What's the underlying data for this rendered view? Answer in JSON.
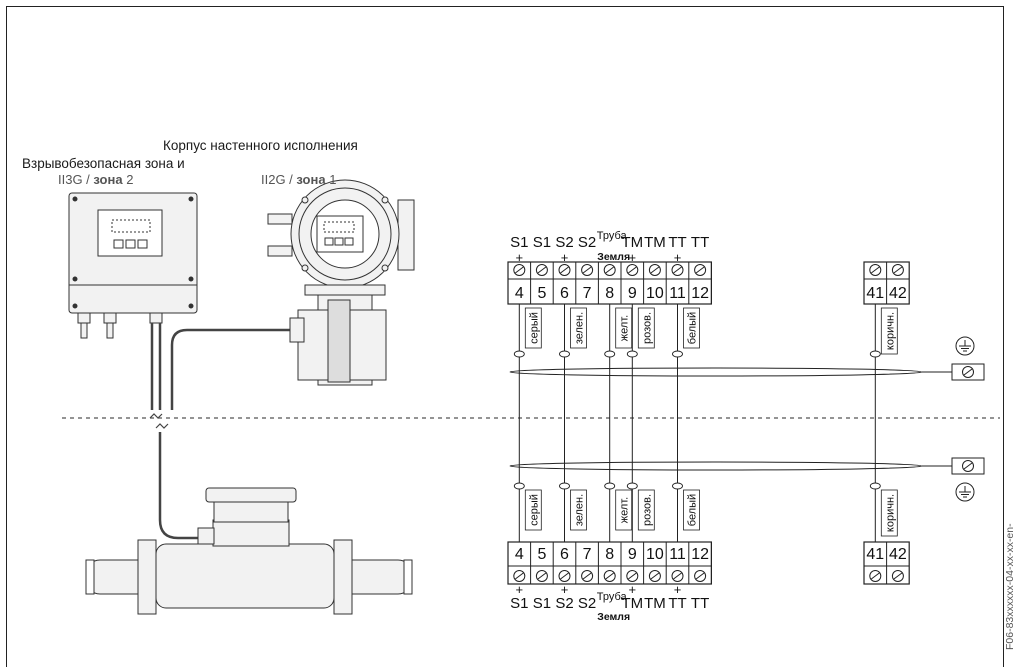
{
  "left": {
    "housing_title": "Корпус настенного исполнения",
    "hazard_line1": "Взрывобезопасная зона и",
    "zone2_left": "II3G / ",
    "zone2_bold": "зона",
    "zone2_right": " 2",
    "zone1_left": "II2G / ",
    "zone1_bold": "зона",
    "zone1_right": " 1"
  },
  "terminals": {
    "top_signals": [
      "S1",
      "S1",
      "S2",
      "S2",
      "Труба",
      "TM",
      "TM",
      "TT",
      "TT"
    ],
    "ground_label": "Земля",
    "pipe_label": "Труба",
    "numbers": [
      "4",
      "5",
      "6",
      "7",
      "8",
      "9",
      "10",
      "11",
      "12"
    ],
    "right_numbers": [
      "41",
      "42"
    ],
    "plus": "+",
    "wire_colors": [
      "серый",
      "зелен.",
      "желт.",
      "розов.",
      "белый"
    ],
    "right_wire_color": "коричн."
  },
  "figure_code": "F06-83xxxxxx-04-xx-xx-en-"
}
